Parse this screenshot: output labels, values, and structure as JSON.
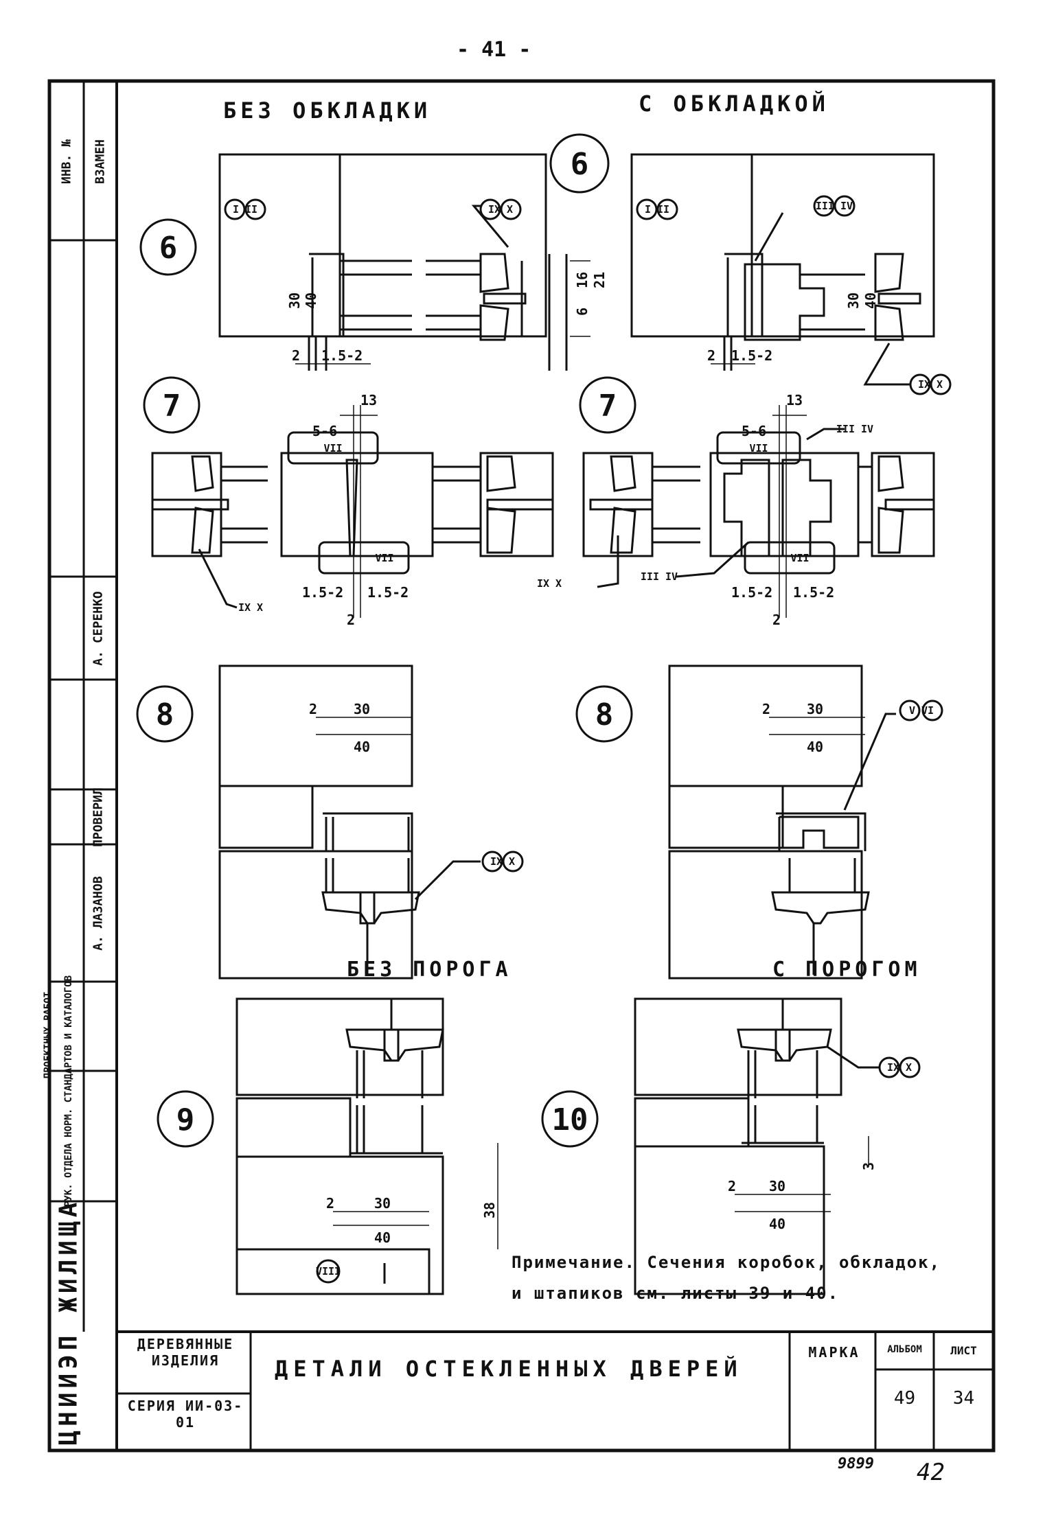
{
  "page_number_top": "- 41 -",
  "headings": {
    "without_trim": "БЕЗ ОБКЛАДКИ",
    "with_trim": "С ОБКЛАДКОЙ",
    "without_threshold": "БЕЗ ПОРОГА",
    "with_threshold": "С ПОРОГОМ"
  },
  "detail_numbers": {
    "d6": "6",
    "d7": "7",
    "d8": "8",
    "d9": "9",
    "d10": "10"
  },
  "callouts": {
    "I_II": "I II",
    "IX_X": "IX X",
    "III_IV": "III IV",
    "V_VI": "V VI",
    "VII": "VII",
    "VIII": "VIII"
  },
  "dims": {
    "d2": "2",
    "d15_2": "1.5-2",
    "d30": "30",
    "d40": "40",
    "d16": "16",
    "d6": "6",
    "d21": "21",
    "d13": "13",
    "d5_6": "5-6",
    "d38": "38",
    "d3": "3"
  },
  "note_line1": "Примечание. Сечения коробок, обкладок,",
  "note_line2": "и штапиков см. листы 39 и 40.",
  "title_block": {
    "org": "ЦНИИЭП ЖИЛИЩА",
    "category": "ДЕРЕВЯННЫЕ ИЗДЕЛИЯ",
    "series": "СЕРИЯ ИИ-03-01",
    "title": "ДЕТАЛИ ОСТЕКЛЕННЫХ ДВЕРЕЙ",
    "mark_label": "МАРКА",
    "album_label": "АЛЬБОМ",
    "album_value": "49",
    "sheet_label": "ЛИСТ",
    "sheet_value": "34"
  },
  "side_stamp": {
    "inv": "ИНВ. №",
    "vzamen": "ВЗАМЕН",
    "surname1": "А. СЕРЕНКО",
    "checked": "ПРОВЕРИЛ",
    "surname2": "А. ЛАЗАНОВ",
    "head_dept": "РУК. ОТДЕЛА НОРМ. СТАНДАРТОВ И КАТАЛОГОВ",
    "proj_works": "ПРОЕКТНЫХ РАБОТ"
  },
  "bottom_numbers": {
    "code": "9899",
    "page": "42"
  }
}
